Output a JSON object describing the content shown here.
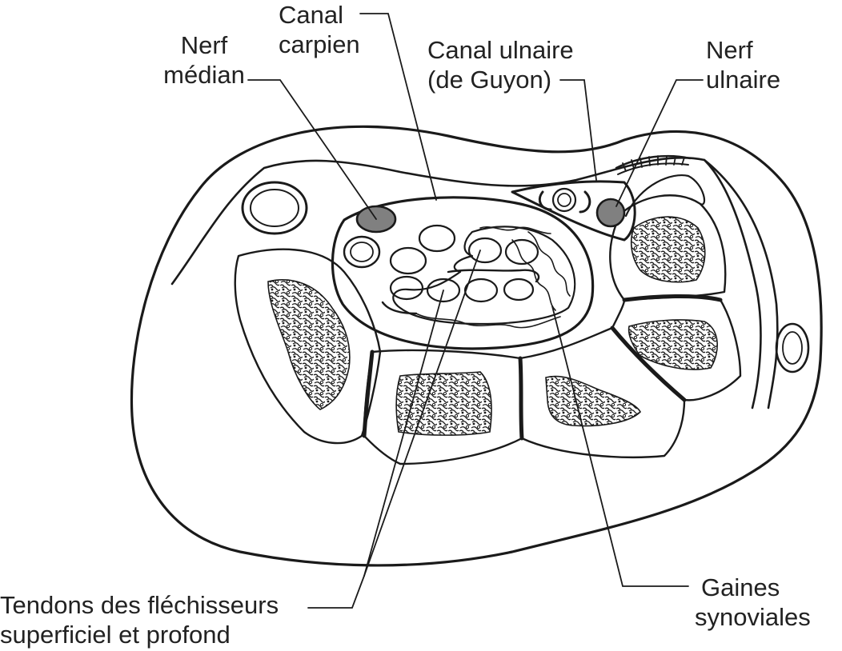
{
  "labels": {
    "nerf_median": [
      "Nerf",
      "médian"
    ],
    "canal_carpien": [
      "Canal",
      "carpien"
    ],
    "canal_ulnaire": [
      "Canal ulnaire",
      "(de Guyon)"
    ],
    "nerf_ulnaire": [
      "Nerf",
      "ulnaire"
    ],
    "tendons": [
      "Tendons des fléchisseurs",
      "superficiel et profond"
    ],
    "gaines": [
      "Gaines",
      "synoviales"
    ]
  },
  "colors": {
    "ink": "#1a1a1a",
    "nerve_fill": "#808080",
    "background": "#ffffff"
  }
}
